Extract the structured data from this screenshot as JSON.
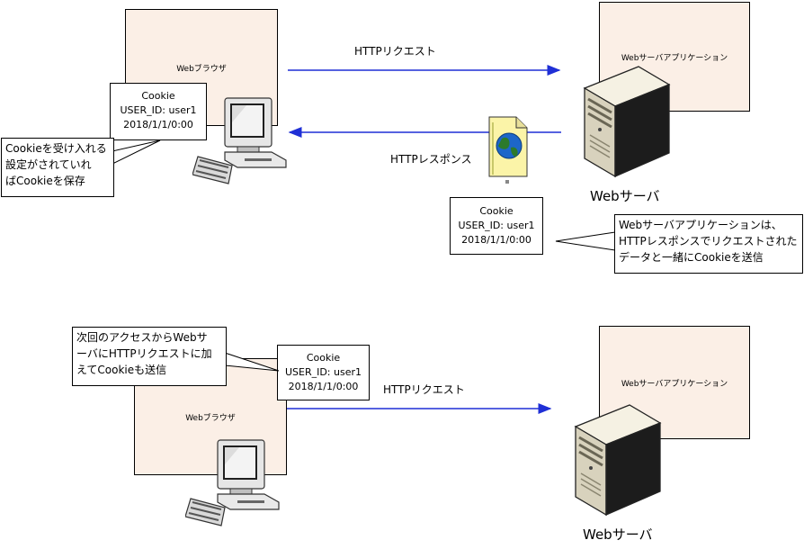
{
  "top": {
    "browser_label": "Webブラウザ",
    "server_app_label": "Webサーバアプリケーション",
    "request_label": "HTTPリクエスト",
    "response_label": "HTTPレスポンス",
    "server_caption": "Webサーバ",
    "browser_cookie": [
      "Cookie",
      "USER_ID: user1",
      "2018/1/1/0:00"
    ],
    "response_cookie": [
      "Cookie",
      "USER_ID: user1",
      "2018/1/1/0:00"
    ],
    "browser_note": [
      "Cookieを受け入れる",
      "設定がされていれ",
      "ばCookieを保存"
    ],
    "server_note": [
      "Webサーバアプリケーションは、",
      "HTTPレスポンスでリクエストされた",
      "データと一緒にCookieを送信"
    ]
  },
  "bottom": {
    "browser_label": "Webブラウザ",
    "server_app_label": "Webサーバアプリケーション",
    "request_label": "HTTPリクエスト",
    "server_caption": "Webサーバ",
    "request_cookie": [
      "Cookie",
      "USER_ID: user1",
      "2018/1/1/0:00"
    ],
    "browser_note": [
      "次回のアクセスからWebサ",
      "ーバにHTTPリクエストに加",
      "えてCookieも送信"
    ]
  },
  "colors": {
    "arrow": "#1f2fd6",
    "pane_fill": "#fbefe6",
    "border": "#000000"
  },
  "icons": [
    "computer-icon",
    "server-icon",
    "document-globe-icon"
  ]
}
